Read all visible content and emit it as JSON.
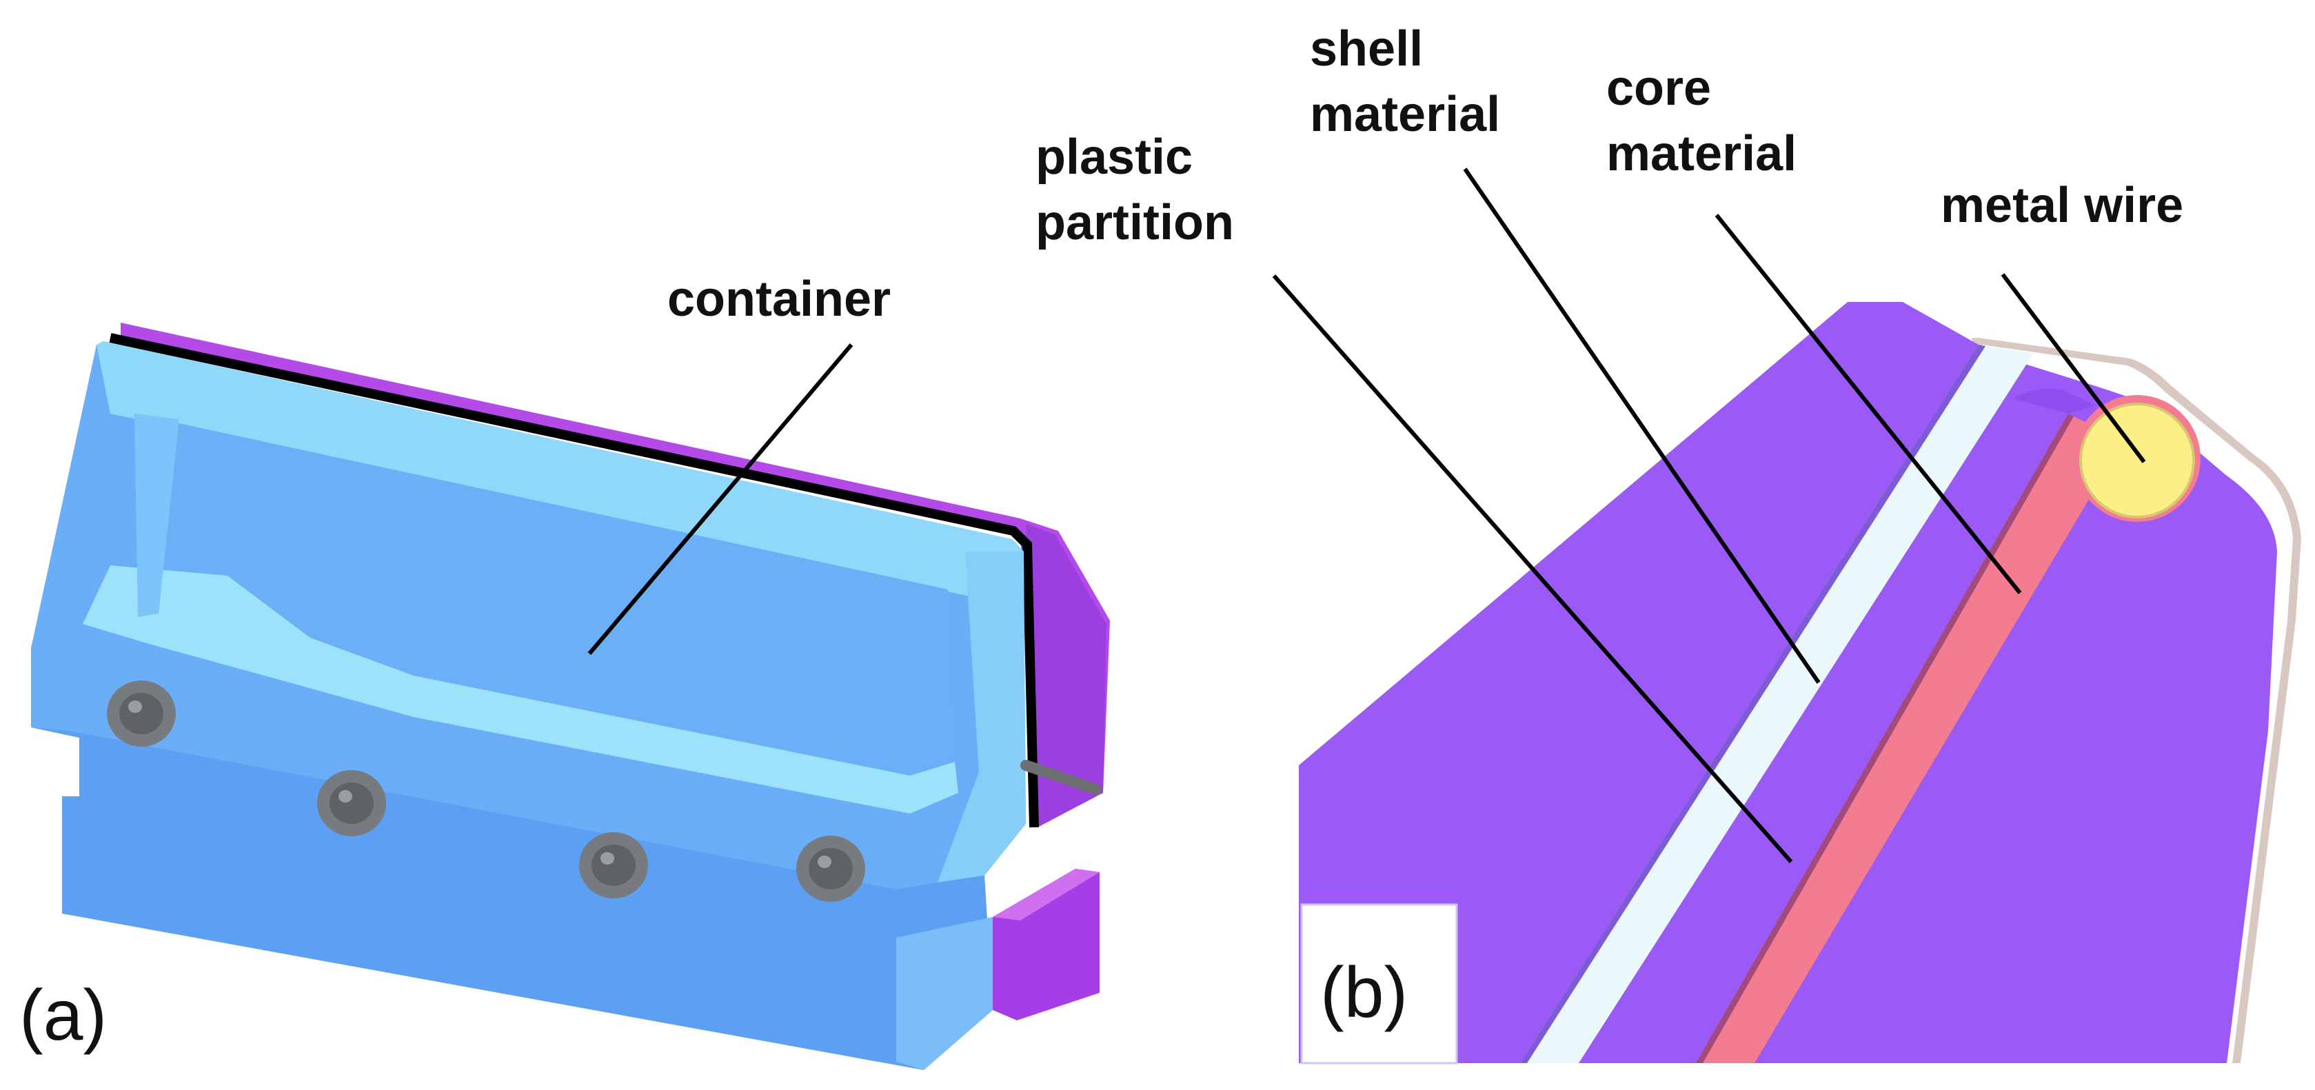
{
  "panels": {
    "a": {
      "label": "(a)",
      "callouts": {
        "container": "container"
      }
    },
    "b": {
      "label": "(b)",
      "callouts": {
        "plastic_partition": [
          "plastic",
          "partition"
        ],
        "shell_material": [
          "shell",
          "material"
        ],
        "core_material": [
          "core",
          "material"
        ],
        "metal_wire": "metal wire"
      }
    }
  },
  "colors": {
    "container_blue": "#6aaef8",
    "container_light_blue": "#8fd8fa",
    "purple": "#9b59f5",
    "magenta": "#c247f0",
    "shell_white": "#eaf8fc",
    "core_pink": "#f47c90",
    "wire_yellow": "#fcef88"
  }
}
